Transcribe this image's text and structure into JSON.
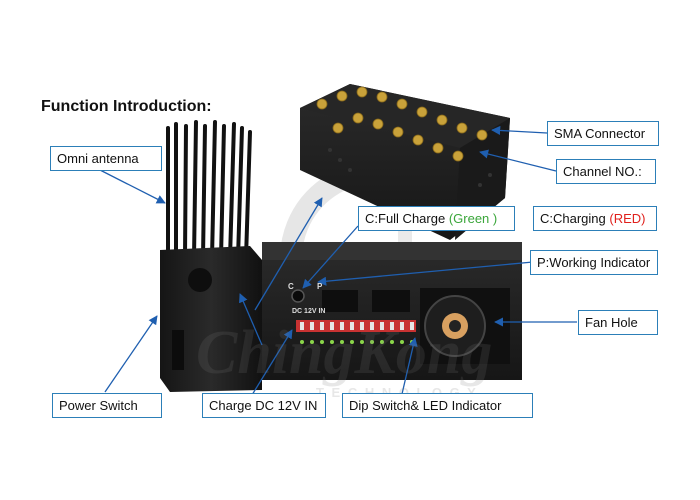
{
  "heading": "Function Introduction:",
  "callouts": {
    "sma_connector": "SMA Connector",
    "channel_no": "Channel NO.:",
    "omni_antenna": "Omni antenna",
    "full_charge_prefix": "C:Full Charge",
    "full_charge_color": "(Green )",
    "charging_prefix": "C:Charging",
    "charging_color": "(RED)",
    "working_indicator": "P:Working Indicator",
    "fan_hole": "Fan Hole",
    "power_switch": "Power Switch",
    "charge_dc": "Charge DC 12V IN",
    "dip_switch": "Dip Switch& LED Indicator"
  },
  "panel_labels": {
    "c": "C",
    "p": "P",
    "dc": "DC 12V IN"
  },
  "watermark": {
    "brand": "ChingKong",
    "tagline": "T E C H N O L O G Y"
  },
  "colors": {
    "callout_border": "#2c7fb8",
    "arrow": "#1f5fb0",
    "device": "#1b1b1b",
    "gold": "#c9a23a",
    "green_text": "#3aa63a",
    "red_text": "#e0201c"
  }
}
